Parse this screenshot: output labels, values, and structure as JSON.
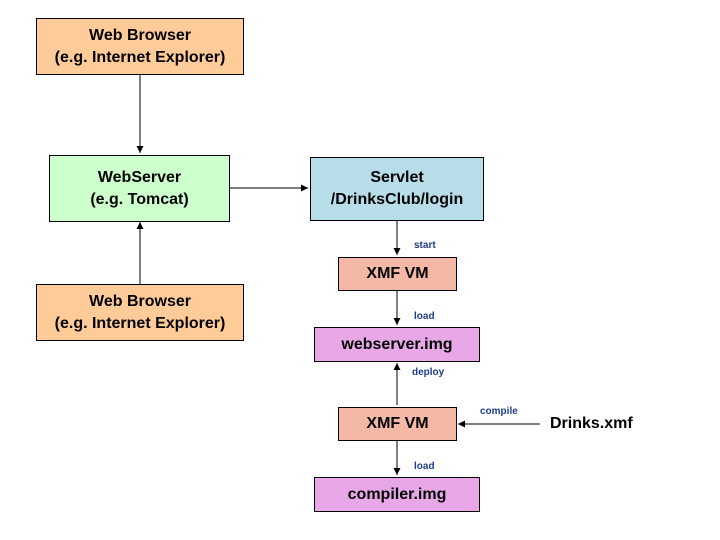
{
  "nodes": {
    "browser_top": {
      "line1": "Web Browser",
      "line2": "(e.g. Internet Explorer)"
    },
    "webserver": {
      "line1": "WebServer",
      "line2": "(e.g. Tomcat)"
    },
    "browser_bottom": {
      "line1": "Web Browser",
      "line2": "(e.g. Internet Explorer)"
    },
    "servlet": {
      "line1": "Servlet",
      "line2": "/DrinksClub/login"
    },
    "xmf_vm_top": {
      "label": "XMF VM"
    },
    "webserver_img": {
      "label": "webserver.img"
    },
    "xmf_vm_bottom": {
      "label": "XMF VM"
    },
    "compiler_img": {
      "label": "compiler.img"
    },
    "drinks_xmf": {
      "label": "Drinks.xmf"
    }
  },
  "edge_labels": {
    "start": "start",
    "load_top": "load",
    "deploy": "deploy",
    "compile": "compile",
    "load_bottom": "load"
  },
  "colors": {
    "browser": "#ffcc99",
    "webserver": "#ccffcc",
    "servlet": "#b7dde8",
    "vm": "#f4b8a6",
    "image": "#e8a8e8",
    "edge_label": "#1f3c8a"
  }
}
